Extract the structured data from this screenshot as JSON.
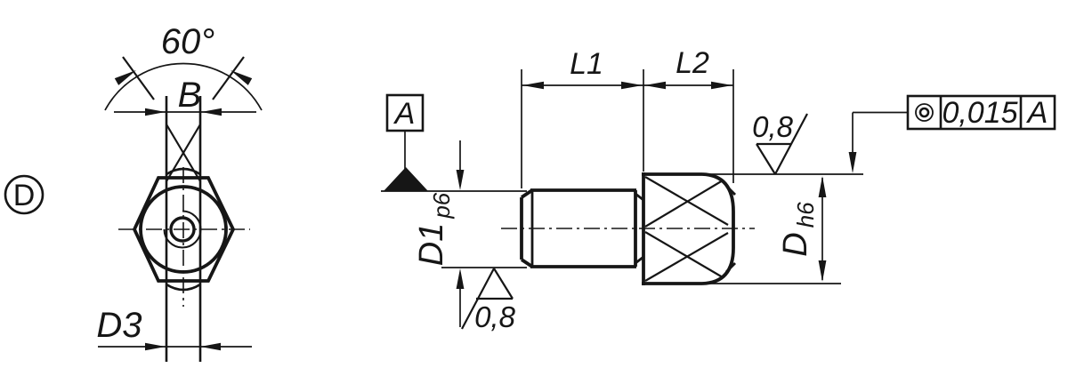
{
  "page": {
    "background": "#ffffff",
    "line_color": "#161616"
  },
  "left_view": {
    "view_label": "D",
    "angle_label": "60°",
    "flat_width_label": "B",
    "pin_diameter_label": "D3"
  },
  "side_view": {
    "length_thread_label": "L1",
    "length_body_label": "L2",
    "datum_label": "A",
    "thread_diameter_label": "D1",
    "thread_fit_label": "p6",
    "body_diameter_label": "D",
    "body_fit_label": "h6",
    "roughness_bottom_label": "0,8",
    "roughness_top_label": "0,8",
    "tolerance_frame": {
      "symbol": "concentricity",
      "value": "0,015",
      "datum": "A"
    }
  }
}
